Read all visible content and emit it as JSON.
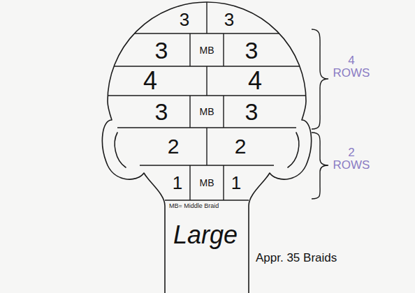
{
  "diagram": {
    "nodes": [
      {
        "text": [
          "3"
        ]
      },
      {
        "text": [
          "3"
        ]
      },
      {
        "text": [
          "3"
        ]
      },
      {
        "text": [
          "MB"
        ]
      },
      {
        "text": [
          "3"
        ]
      },
      {
        "text": [
          "4"
        ]
      },
      {
        "text": [
          "4"
        ]
      },
      {
        "text": [
          "3"
        ]
      },
      {
        "text": [
          "MB"
        ]
      },
      {
        "text": [
          "3"
        ]
      },
      {
        "text": [
          "2"
        ]
      },
      {
        "text": [
          "2"
        ]
      },
      {
        "text": [
          "1"
        ]
      },
      {
        "text": [
          "MB"
        ]
      },
      {
        "text": [
          "1"
        ]
      }
    ],
    "labels": [
      "4 ROWS",
      "2 ROWS",
      "MB= Middle Braid",
      "Large",
      "Appr. 35 Braids"
    ]
  }
}
